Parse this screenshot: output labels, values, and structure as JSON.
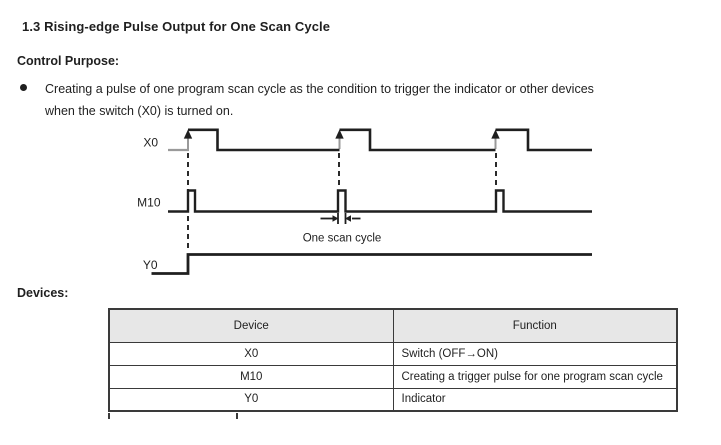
{
  "document": {
    "heading": "1.3 Rising-edge Pulse Output for One Scan Cycle",
    "control_purpose": {
      "label": "Control Purpose:",
      "bullet_line1": "Creating a pulse of one program scan cycle as the condition to trigger the indicator or other devices",
      "bullet_line2": "when the switch (X0) is turned on."
    },
    "devices_label": "Devices:"
  },
  "timing_diagram": {
    "signals": [
      {
        "name": "X0",
        "behavior": "three switch pulses; dashed guide lines drop from each rising edge marked with an up arrow"
      },
      {
        "name": "M10",
        "behavior": "one narrow pulse (one scan cycle wide) at each X0 rising edge"
      },
      {
        "name": "Y0",
        "behavior": "turns on at first X0 rising edge and stays high"
      }
    ],
    "annotation": "One scan cycle",
    "colors": {
      "line": "#1f1f1f",
      "lead_in_gray": "#9a9a9a"
    }
  },
  "devices_table": {
    "headers": [
      "Device",
      "Function"
    ],
    "rows": [
      {
        "device": "X0",
        "function": "Switch (OFF→ON)"
      },
      {
        "device": "M10",
        "function": "Creating a trigger pulse for one program scan cycle"
      },
      {
        "device": "Y0",
        "function": "Indicator"
      }
    ],
    "header_bg": "#e7e7e7"
  }
}
